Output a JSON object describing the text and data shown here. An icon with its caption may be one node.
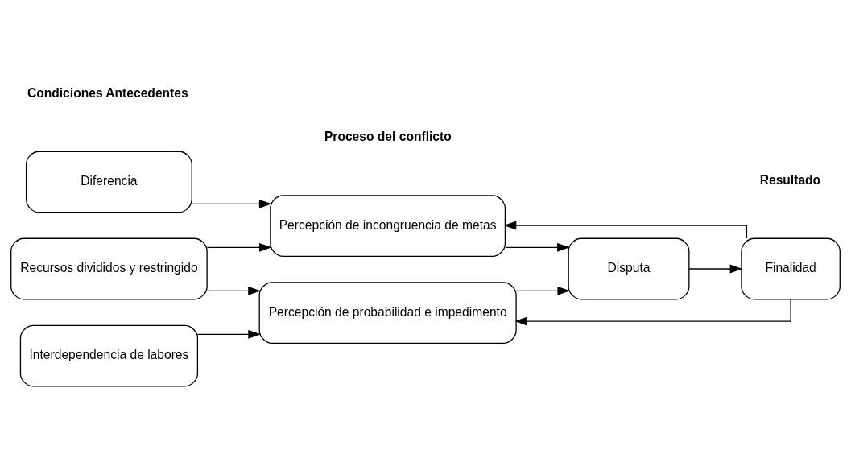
{
  "diagram": {
    "nodes": [
      {
        "text": [
          "Diferencia"
        ]
      },
      {
        "text": [
          "Recursos divididos y restringido"
        ]
      },
      {
        "text": [
          "Interdependencia de labores"
        ]
      },
      {
        "text": [
          "Percepción de incongruencia de metas"
        ]
      },
      {
        "text": [
          "Percepción de probabilidad e impedimento"
        ]
      },
      {
        "text": [
          "Disputa"
        ]
      },
      {
        "text": [
          "Finalidad"
        ]
      }
    ],
    "edges": [
      {
        "from": 0,
        "to": 3,
        "arrow": "to"
      },
      {
        "from": 1,
        "to": 3,
        "arrow": "to"
      },
      {
        "from": 1,
        "to": 4,
        "arrow": "to"
      },
      {
        "from": 2,
        "to": 4,
        "arrow": "to"
      },
      {
        "from": 3,
        "to": 5,
        "arrow": "to"
      },
      {
        "from": 4,
        "to": 5,
        "arrow": "to"
      },
      {
        "from": 5,
        "to": 6,
        "arrow": "to"
      },
      {
        "from": 6,
        "to": 3,
        "arrow": "to"
      },
      {
        "from": 6,
        "to": 4,
        "arrow": "to"
      }
    ],
    "labels": [
      "Condiciones Antecedentes",
      "Proceso del conflicto",
      "Resultado"
    ]
  }
}
